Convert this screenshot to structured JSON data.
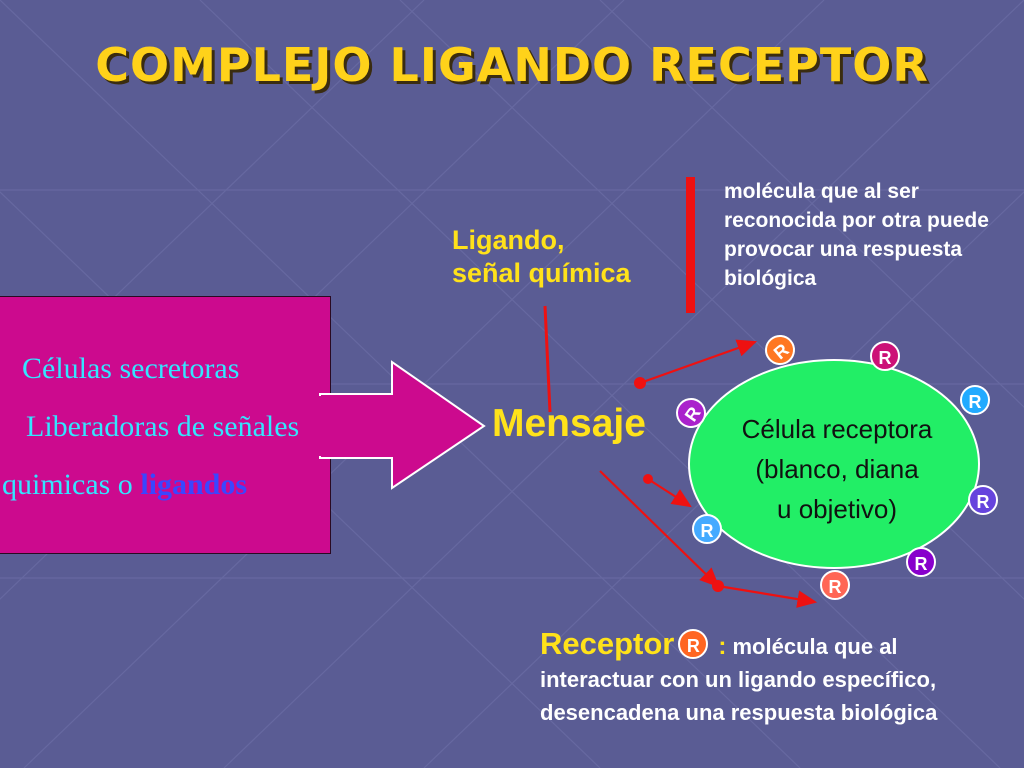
{
  "title": "COMPLEJO LIGANDO RECEPTOR",
  "ligand": {
    "label_line1": "Ligando,",
    "label_line2": "señal química",
    "definition": "molécula  que al ser reconocida por otra puede provocar  una respuesta biológica"
  },
  "secretory": {
    "line1": "Células secretoras",
    "line2": "Liberadoras de señales",
    "line3_prefix": "quimicas o ",
    "line3_highlight": "ligandos"
  },
  "message": "Mensaje",
  "target_cell": {
    "line1": "Célula receptora",
    "line2": "(blanco, diana",
    "line3": "u objetivo)"
  },
  "receptor_badge_letter": "R",
  "receptor_badges": [
    {
      "id": "top-left",
      "color": "#ff7722"
    },
    {
      "id": "top",
      "color": "#cc1177"
    },
    {
      "id": "right-top",
      "color": "#22aaff"
    },
    {
      "id": "left",
      "color": "#aa22cc"
    },
    {
      "id": "right-bottom",
      "color": "#6644dd"
    },
    {
      "id": "bottom-left",
      "color": "#44aaff"
    },
    {
      "id": "bottom-right",
      "color": "#8800cc"
    },
    {
      "id": "bottom",
      "color": "#ff6655"
    }
  ],
  "receptor_definition": {
    "word": "Receptor",
    "colon": ":",
    "text": " molécula que al interactuar con un ligando específico, desencadena una respuesta biológica"
  },
  "colors": {
    "background": "#5a5c94",
    "title": "#ffd21a",
    "accent_yellow": "#ffe21a",
    "secretory_box": "#cc0a8e",
    "cell_fill": "#22ee66",
    "arrow_red": "#ee1111",
    "cyan_text": "#33e6ff"
  }
}
